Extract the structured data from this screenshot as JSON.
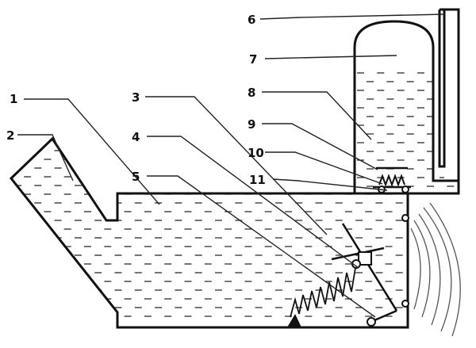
{
  "colors": {
    "ink": "#111111",
    "paper": "#ffffff"
  },
  "labels": [
    {
      "id": "label-1",
      "text": "1"
    },
    {
      "id": "label-2",
      "text": "2"
    },
    {
      "id": "label-3",
      "text": "3"
    },
    {
      "id": "label-4",
      "text": "4"
    },
    {
      "id": "label-5",
      "text": "5"
    },
    {
      "id": "label-6",
      "text": "6"
    },
    {
      "id": "label-7",
      "text": "7"
    },
    {
      "id": "label-8",
      "text": "8"
    },
    {
      "id": "label-9",
      "text": "9"
    },
    {
      "id": "label-10",
      "text": "10"
    },
    {
      "id": "label-11",
      "text": "11"
    }
  ]
}
